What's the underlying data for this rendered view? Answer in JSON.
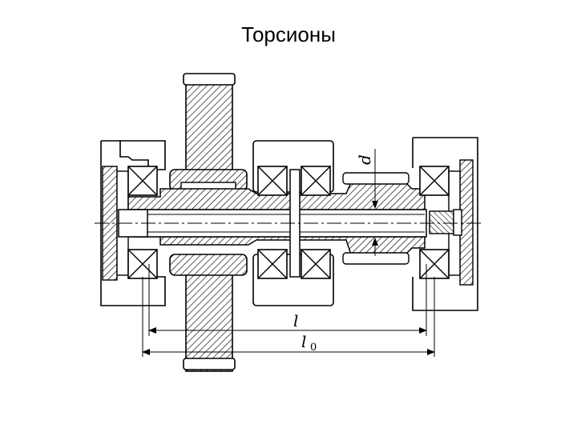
{
  "slide": {
    "title": "Торсионы"
  },
  "drawing": {
    "dimension_d": "d",
    "dimension_l": "l",
    "dimension_l0_main": "l",
    "dimension_l0_sub": "0"
  }
}
